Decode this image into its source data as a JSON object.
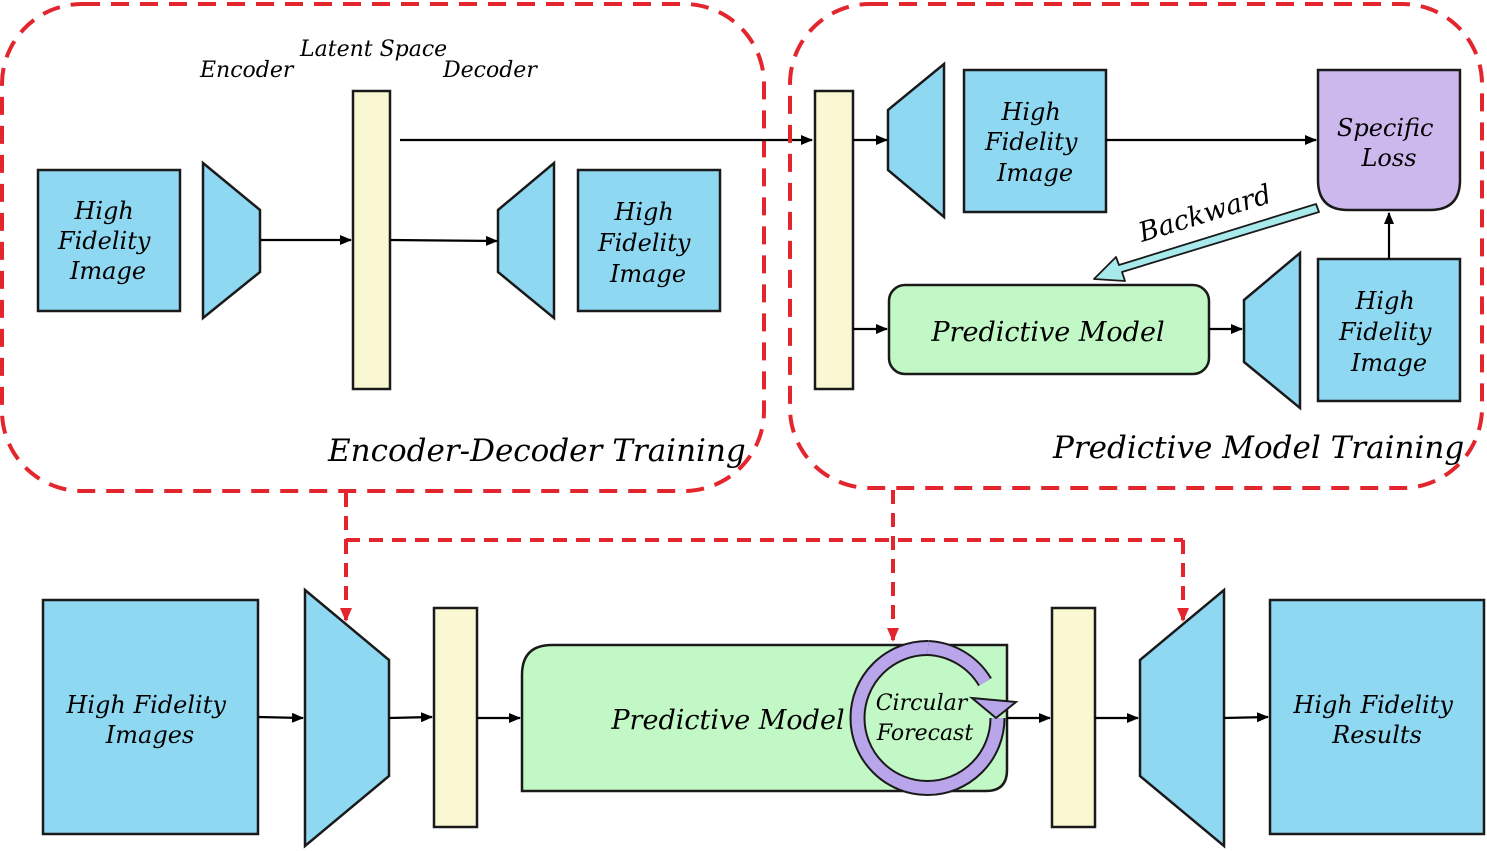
{
  "colors": {
    "block_blue": "#8fd8f2",
    "latent_yellow": "#faf8d2",
    "model_green": "#c2f8c6",
    "loss_purple": "#cdb8ee",
    "dashed_red": "#e3262d",
    "circular_arrow": "#b9a6ea",
    "backward_arrow": "#a8e9ec"
  },
  "encoder_decoder_training": {
    "title": "Encoder-Decoder Training",
    "encoder_label": "Encoder",
    "latent_label": "Latent Space",
    "decoder_label": "Decoder",
    "input_image": [
      "High",
      "Fidelity",
      "Image"
    ],
    "output_image": [
      "High",
      "Fidelity",
      "Image"
    ]
  },
  "predictive_model_training": {
    "title": "Predictive Model Training",
    "decoded_image": [
      "High",
      "Fidelity",
      "Image"
    ],
    "loss": [
      "Specific",
      "Loss"
    ],
    "backward_label": "Backward",
    "model_label": "Predictive Model",
    "target_image": [
      "High",
      "Fidelity",
      "Image"
    ]
  },
  "inference": {
    "input": [
      "High Fidelity",
      "Images"
    ],
    "model_label": "Predictive Model",
    "circular": [
      "Circular",
      "Forecast"
    ],
    "output": [
      "High Fidelity",
      "Results"
    ]
  }
}
